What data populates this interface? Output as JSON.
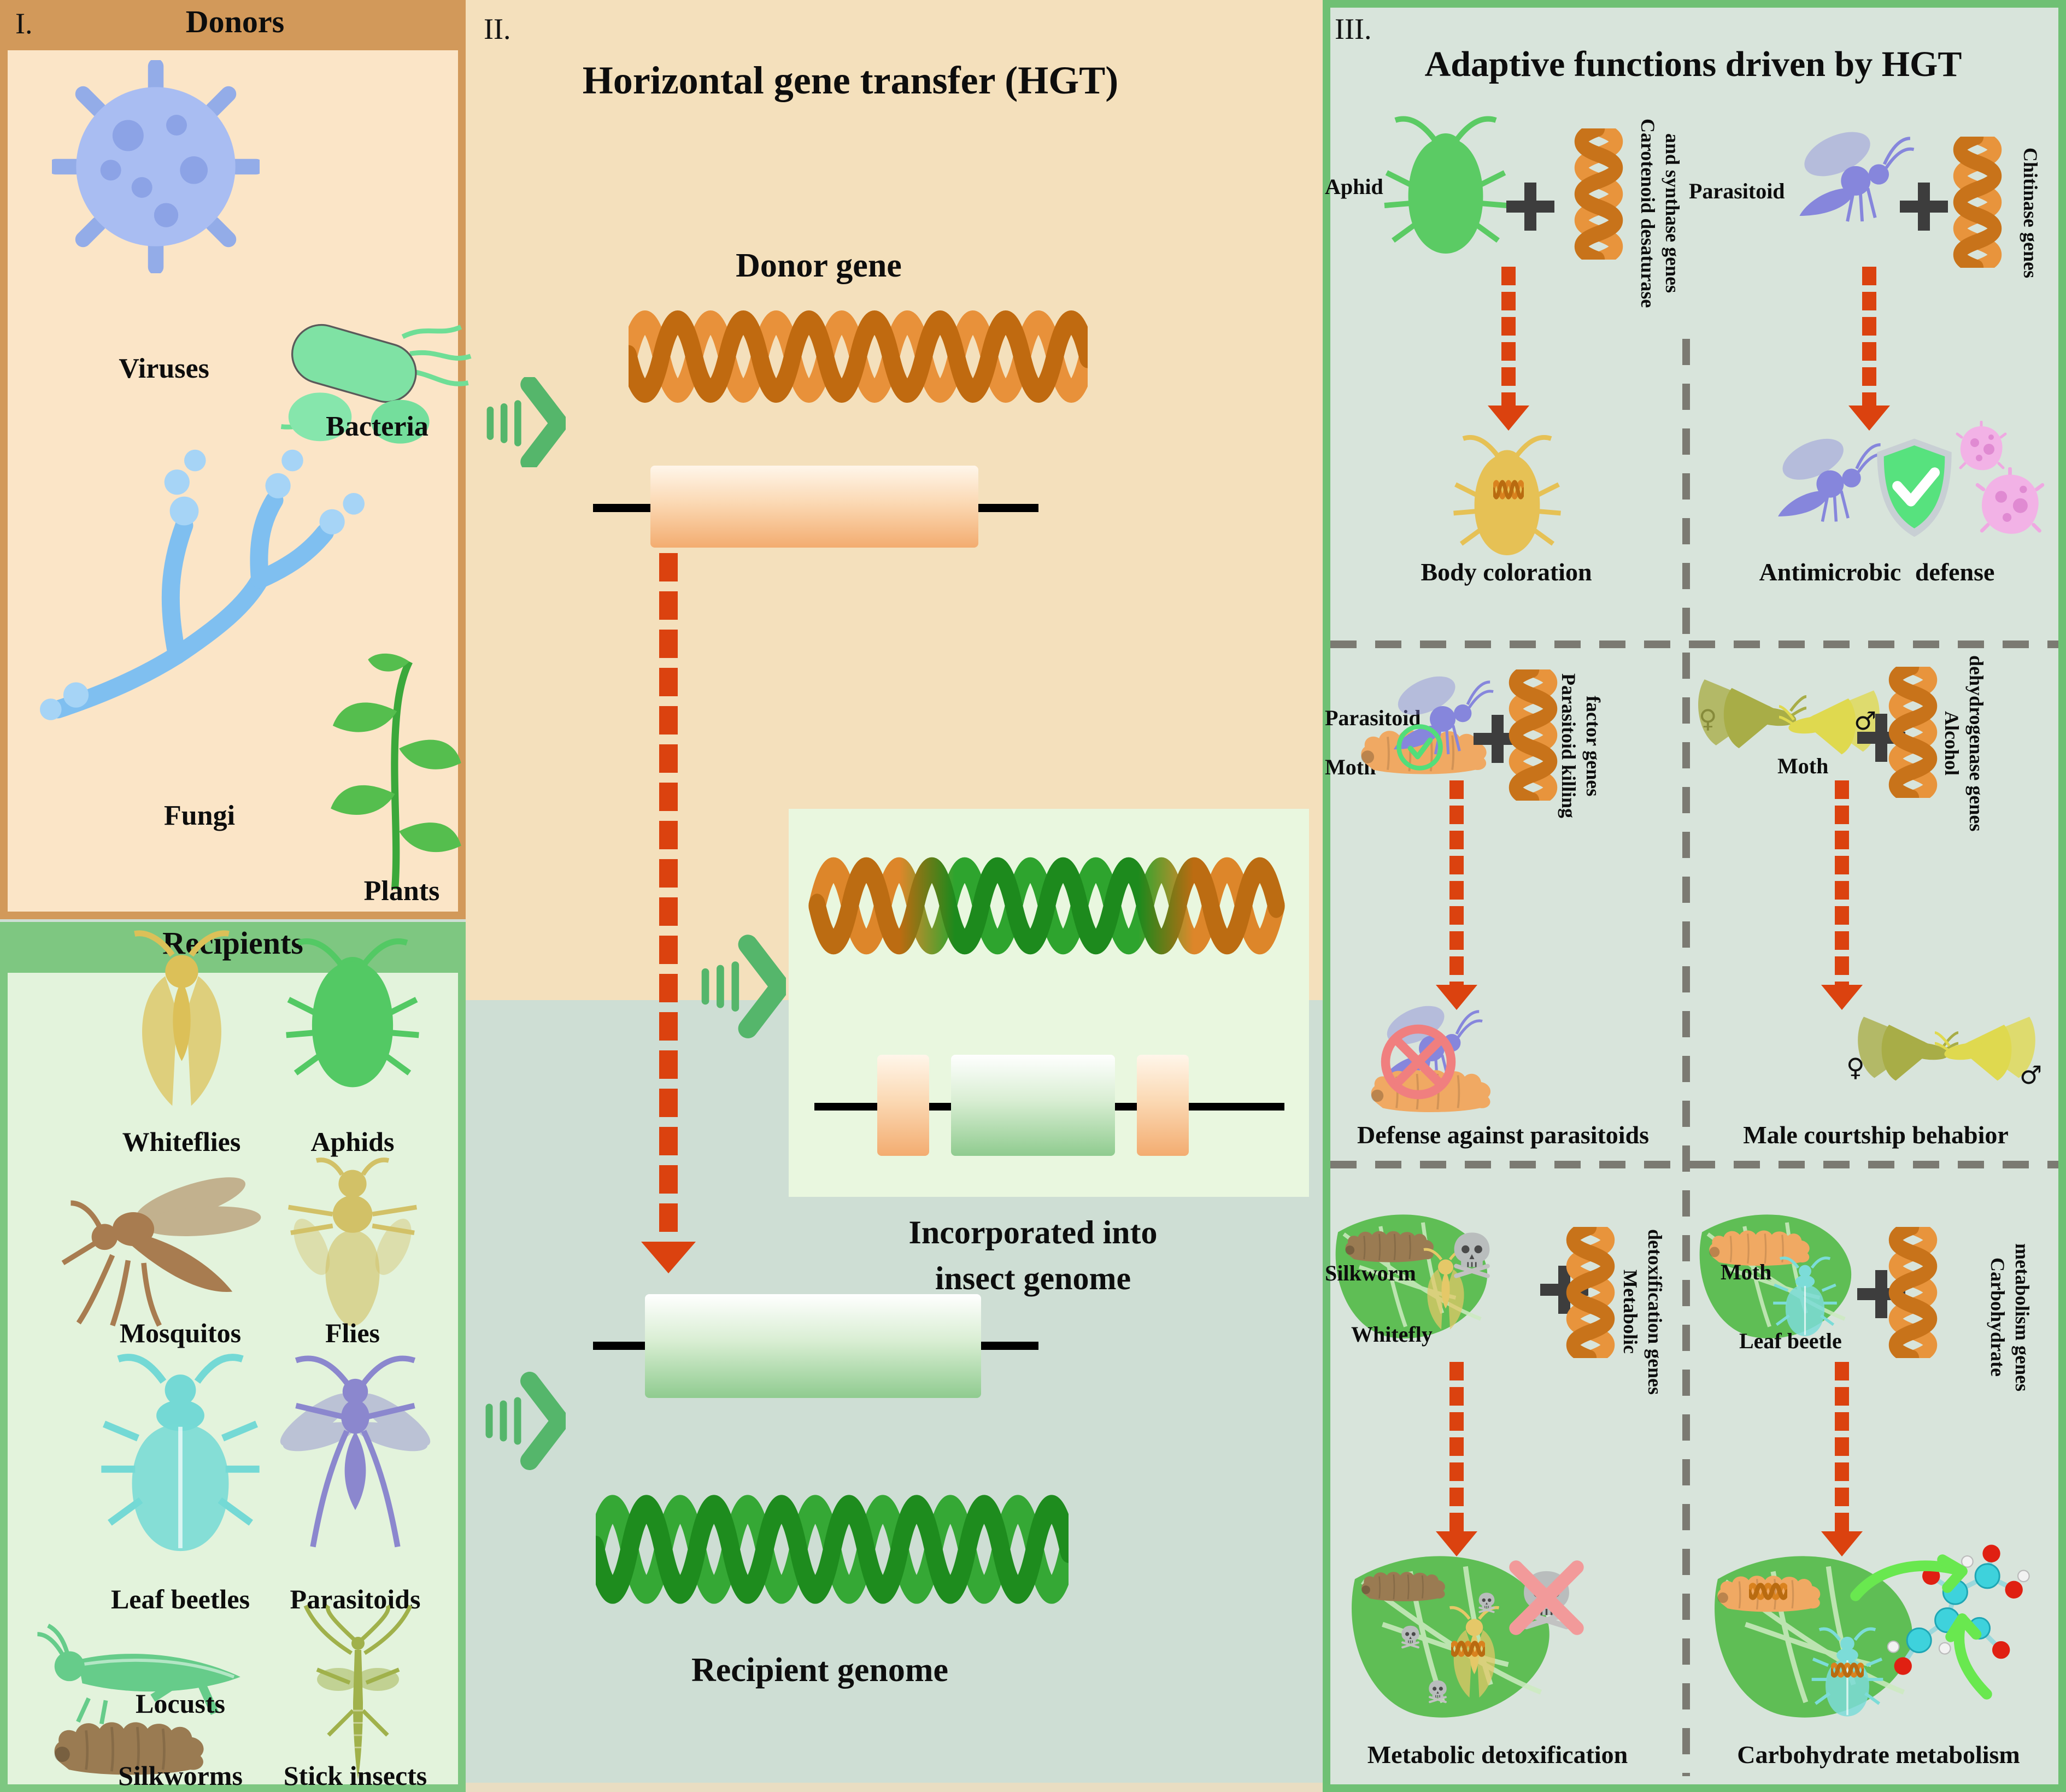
{
  "panel1": {
    "numeral": "I.",
    "donors_title": "Donors",
    "viruses": "Viruses",
    "bacteria": "Bacteria",
    "fungi": "Fungi",
    "plants": "Plants",
    "recipients_title": "Recipients",
    "whiteflies": "Whiteflies",
    "aphids": "Aphids",
    "mosquitos": "Mosquitos",
    "flies": "Flies",
    "leaf_beetles": "Leaf beetles",
    "parasitoids": "Parasitoids",
    "locusts": "Locusts",
    "stick_insects": "Stick insects",
    "silkworms": "Silkworms"
  },
  "panel2": {
    "numeral": "II.",
    "title": "Horizontal gene transfer (HGT)",
    "donor_gene": "Donor gene",
    "incorporated_line1": "Incorporated into",
    "incorporated_line2": "insect genome",
    "recipient_genome": "Recipient genome"
  },
  "panel3": {
    "numeral": "III.",
    "title": "Adaptive functions driven by HGT",
    "cell1": {
      "insect": "Aphid",
      "gene_line1": "Carotenoid desaturase",
      "gene_line2": "and synthase genes",
      "result": "Body coloration"
    },
    "cell2": {
      "insect": "Parasitoid",
      "gene_line1": "Chitinase genes",
      "result": "Antimicrobic defense"
    },
    "cell3": {
      "insect1": "Parasitoid",
      "insect2": "Moth",
      "gene_line1": "Parasitoid killing",
      "gene_line2": "factor genes",
      "result": "Defense against parasitoids"
    },
    "cell4": {
      "insect": "Moth",
      "female": "♀",
      "male": "♂",
      "gene_line1": "Alcohol",
      "gene_line2": "dehydrogenase genes",
      "result": "Male courtship behabior"
    },
    "cell5": {
      "insect1": "Silkworm",
      "insect2": "Whitefly",
      "gene_line1": "Metabolic",
      "gene_line2": "detoxification genes",
      "result": "Metabolic detoxification"
    },
    "cell6": {
      "insect1": "Moth",
      "insect2": "Leaf beetle",
      "gene_line1": "Carbohydrate",
      "gene_line2": "metabolism genes",
      "result": "Carbohydrate metabolism"
    }
  },
  "colors": {
    "donor_frame": "#D2995A",
    "donor_bg": "#FBE5C7",
    "recipient_frame": "#7EC781",
    "recipient_bg": "#E3F3DC",
    "hgt_bg_top": "#F4E0BC",
    "hgt_bg_bottom": "#CEDED4",
    "adaptive_frame": "#6FC074",
    "adaptive_bg": "#D8E4DB",
    "incorporated_box": "#E9F7DF",
    "dna_orange": "#DD862A",
    "dna_green": "#2EA42E",
    "arrow_red": "#DB420F",
    "divider_gray": "#7B7A72",
    "chevron_green": "#55B66B"
  }
}
